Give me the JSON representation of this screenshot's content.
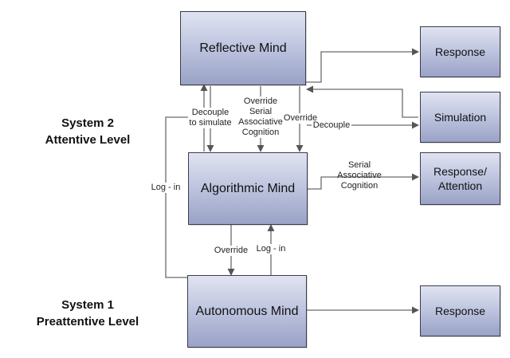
{
  "levels": {
    "system2_line1": "System 2",
    "system2_line2": "Attentive Level",
    "system1_line1": "System 1",
    "system1_line2": "Preattentive Level"
  },
  "minds": {
    "reflective": "Reflective Mind",
    "algorithmic": "Algorithmic Mind",
    "autonomous": "Autonomous Mind"
  },
  "outputs": {
    "response_top": "Response",
    "simulation": "Simulation",
    "response_attention": "Response/\nAttention",
    "response_bottom": "Response"
  },
  "labels": {
    "decouple_to_simulate_1": "Decouple",
    "decouple_to_simulate_2": "to simulate",
    "override_serial_1": "Override",
    "override_serial_2": "Serial",
    "override_serial_3": "Associative",
    "override_serial_4": "Cognition",
    "override_right": "Override",
    "decouple": "Decouple",
    "serial_assoc_1": "Serial",
    "serial_assoc_2": "Associative",
    "serial_assoc_3": "Cognition",
    "log_in_left": "Log - in",
    "override_bottom": "Override",
    "log_in_bottom": "Log - in"
  }
}
